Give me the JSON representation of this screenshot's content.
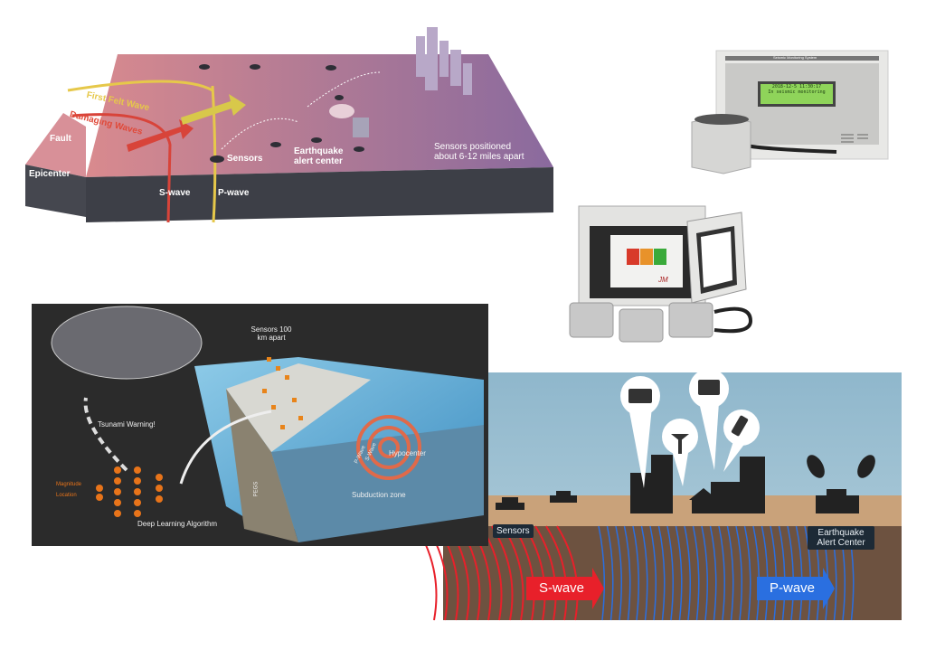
{
  "panel_block": {
    "first_felt": "First Felt Wave",
    "damaging": "Damaging Waves",
    "fault": "Fault",
    "epicenter": "Epicenter",
    "sensors": "Sensors",
    "s_wave": "S-wave",
    "p_wave": "P-wave",
    "alert_center": "Earthquake alert center",
    "sensors_spacing": "Sensors positioned about 6-12 miles apart"
  },
  "panel_device": {
    "header": "Seismic Monitoring System",
    "lcd_line1": "2018-12-5 11:30:17",
    "lcd_line2": "In seismic monitoring"
  },
  "panel_cabinet": {
    "brand": "JM"
  },
  "panel_dark": {
    "sensors": "Sensors 100 km apart",
    "tsunami": "Tsunami Warning!",
    "magnitude": "Magnitude",
    "location": "Location",
    "algorithm": "Deep Learning Algorithm",
    "hypocenter": "Hypocenter",
    "p_wave": "P-Wave",
    "s_wave": "S-Wave",
    "pegs": "PEGS",
    "subduction": "Subduction zone"
  },
  "panel_flat": {
    "sensors": "Sensors",
    "alert_center": "Earthquake Alert Center",
    "s_wave": "S-wave",
    "p_wave": "P-wave",
    "colors": {
      "s_wave": "#e8202a",
      "p_wave": "#2a6fe0"
    }
  }
}
